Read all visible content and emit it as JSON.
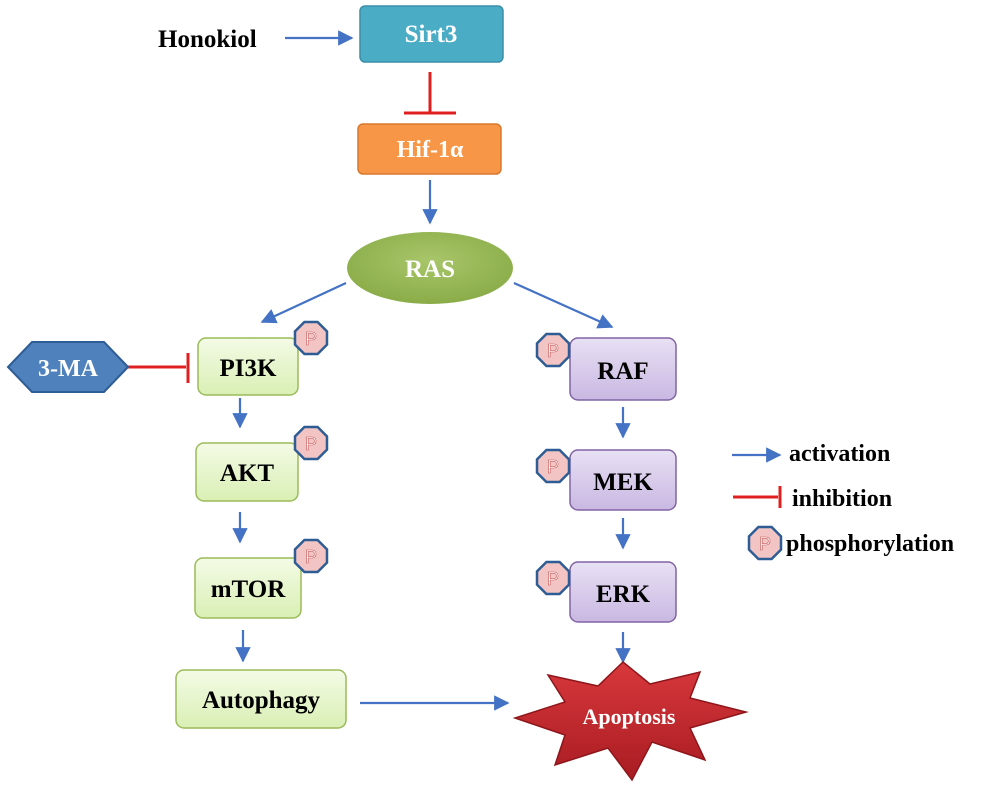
{
  "nodes": {
    "honokiol": "Honokiol",
    "sirt3": "Sirt3",
    "hif1a": "Hif-1α",
    "ras": "RAS",
    "pi3k": "PI3K",
    "akt": "AKT",
    "mtor": "mTOR",
    "autophagy": "Autophagy",
    "raf": "RAF",
    "mek": "MEK",
    "erk": "ERK",
    "three_ma": "3-MA",
    "apoptosis": "Apoptosis"
  },
  "phospho_symbol": "P",
  "legend": {
    "activation": "activation",
    "inhibition": "inhibition",
    "phosphorylation": "phosphorylation"
  },
  "colors": {
    "activation_arrow": "#4472c4",
    "inhibition_line": "#e02020",
    "sirt3_fill": "#4bacc6",
    "hif1a_fill": "#f79646",
    "ras_fill": "#9bbb59",
    "green_box_fill": "#ebf6d6",
    "purple_box_fill": "#d9cdeb",
    "three_ma_fill": "#4f81bd",
    "apoptosis_fill": "#c0282d",
    "phospho_fill": "#f2c4c4"
  }
}
